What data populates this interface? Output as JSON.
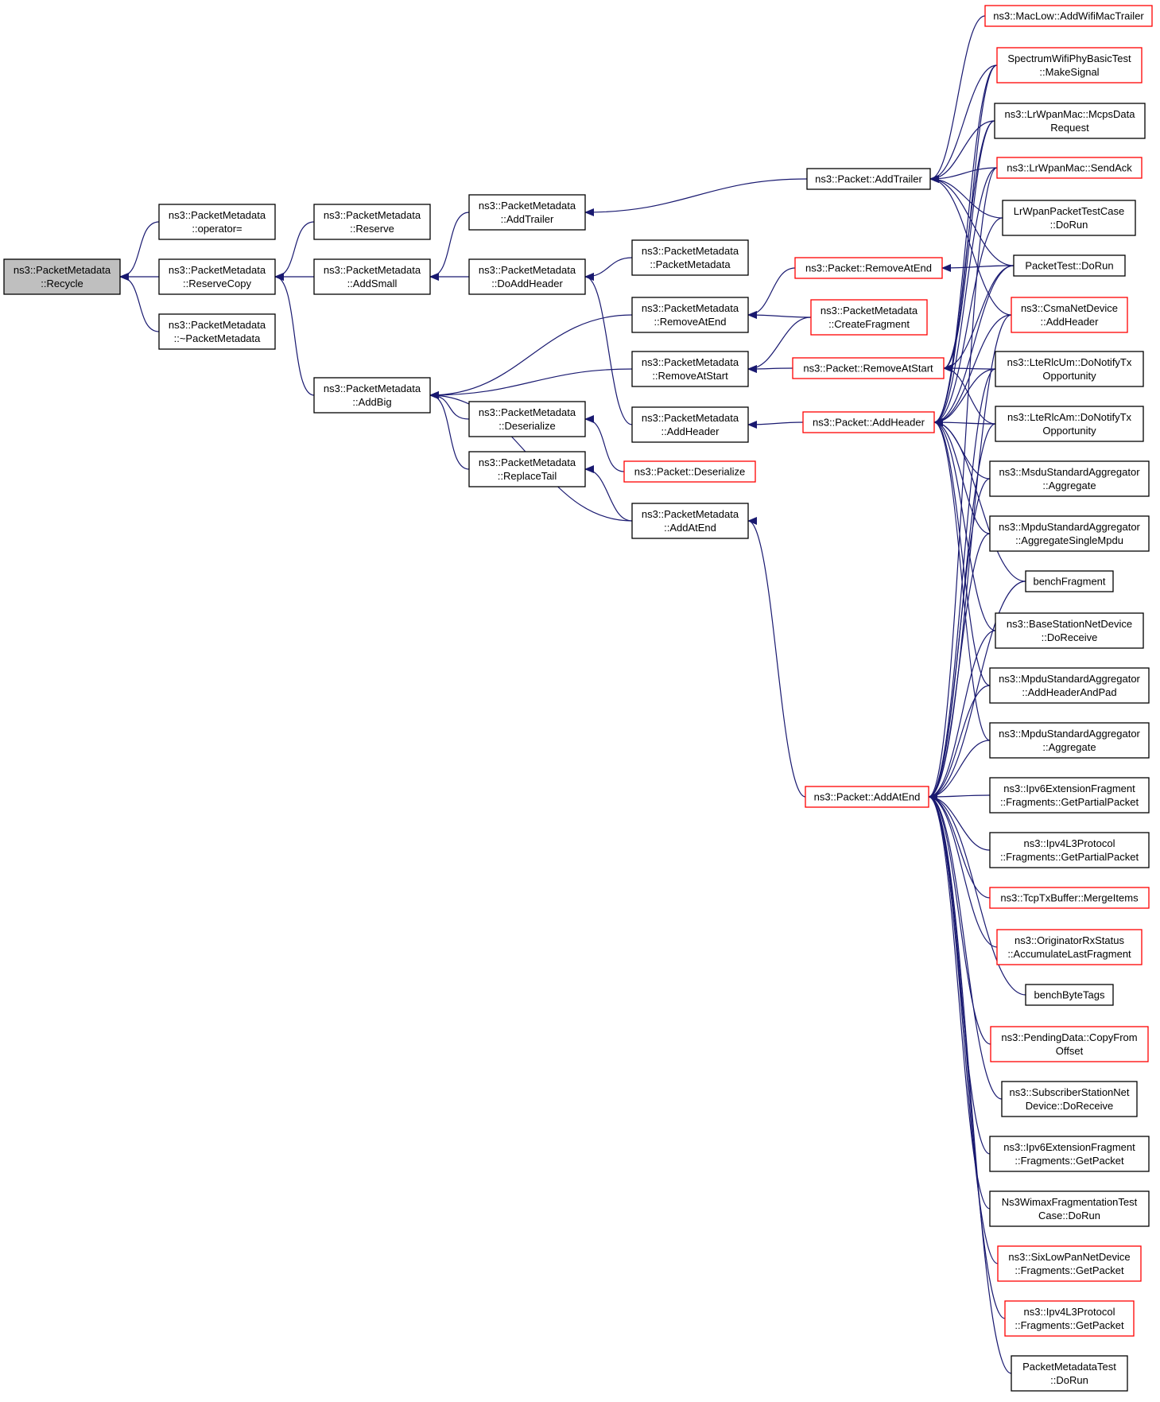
{
  "colors": {
    "edge": "#191970",
    "normal_border": "#000000",
    "truncated_border": "#ff0000",
    "current_fill": "#bfbfbf"
  },
  "nodes": [
    {
      "id": "recycle",
      "lines": [
        "ns3::PacketMetadata",
        "::Recycle"
      ],
      "style": "current"
    },
    {
      "id": "operator_eq",
      "lines": [
        "ns3::PacketMetadata",
        "::operator="
      ],
      "style": "normal"
    },
    {
      "id": "reserve_copy",
      "lines": [
        "ns3::PacketMetadata",
        "::ReserveCopy"
      ],
      "style": "normal"
    },
    {
      "id": "destructor",
      "lines": [
        "ns3::PacketMetadata",
        "::~PacketMetadata"
      ],
      "style": "normal"
    },
    {
      "id": "reserve",
      "lines": [
        "ns3::PacketMetadata",
        "::Reserve"
      ],
      "style": "normal"
    },
    {
      "id": "add_small",
      "lines": [
        "ns3::PacketMetadata",
        "::AddSmall"
      ],
      "style": "normal"
    },
    {
      "id": "add_big",
      "lines": [
        "ns3::PacketMetadata",
        "::AddBig"
      ],
      "style": "normal"
    },
    {
      "id": "pm_add_trailer",
      "lines": [
        "ns3::PacketMetadata",
        "::AddTrailer"
      ],
      "style": "normal"
    },
    {
      "id": "do_add_header",
      "lines": [
        "ns3::PacketMetadata",
        "::DoAddHeader"
      ],
      "style": "normal"
    },
    {
      "id": "pm_deserialize",
      "lines": [
        "ns3::PacketMetadata",
        "::Deserialize"
      ],
      "style": "normal"
    },
    {
      "id": "replace_tail",
      "lines": [
        "ns3::PacketMetadata",
        "::ReplaceTail"
      ],
      "style": "normal"
    },
    {
      "id": "pm_ctor",
      "lines": [
        "ns3::PacketMetadata",
        "::PacketMetadata"
      ],
      "style": "normal"
    },
    {
      "id": "pm_remove_at_end",
      "lines": [
        "ns3::PacketMetadata",
        "::RemoveAtEnd"
      ],
      "style": "normal"
    },
    {
      "id": "pm_remove_at_start",
      "lines": [
        "ns3::PacketMetadata",
        "::RemoveAtStart"
      ],
      "style": "normal"
    },
    {
      "id": "pm_add_header",
      "lines": [
        "ns3::PacketMetadata",
        "::AddHeader"
      ],
      "style": "normal"
    },
    {
      "id": "pm_add_at_end",
      "lines": [
        "ns3::PacketMetadata",
        "::AddAtEnd"
      ],
      "style": "normal"
    },
    {
      "id": "p_add_trailer",
      "lines": [
        "ns3::Packet::AddTrailer"
      ],
      "style": "normal"
    },
    {
      "id": "p_remove_at_end",
      "lines": [
        "ns3::Packet::RemoveAtEnd"
      ],
      "style": "truncated"
    },
    {
      "id": "create_fragment",
      "lines": [
        "ns3::PacketMetadata",
        "::CreateFragment"
      ],
      "style": "truncated"
    },
    {
      "id": "p_remove_at_start",
      "lines": [
        "ns3::Packet::RemoveAtStart"
      ],
      "style": "truncated"
    },
    {
      "id": "p_add_header",
      "lines": [
        "ns3::Packet::AddHeader"
      ],
      "style": "truncated"
    },
    {
      "id": "p_deserialize",
      "lines": [
        "ns3::Packet::Deserialize"
      ],
      "style": "truncated"
    },
    {
      "id": "p_add_at_end",
      "lines": [
        "ns3::Packet::AddAtEnd"
      ],
      "style": "truncated"
    },
    {
      "id": "maclow",
      "lines": [
        "ns3::MacLow::AddWifiMacTrailer"
      ],
      "style": "truncated"
    },
    {
      "id": "spectrum",
      "lines": [
        "SpectrumWifiPhyBasicTest",
        "::MakeSignal"
      ],
      "style": "truncated"
    },
    {
      "id": "lrwpan_mcps",
      "lines": [
        "ns3::LrWpanMac::McpsData",
        "Request"
      ],
      "style": "normal"
    },
    {
      "id": "lrwpan_sendack",
      "lines": [
        "ns3::LrWpanMac::SendAck"
      ],
      "style": "truncated"
    },
    {
      "id": "lrwpan_test",
      "lines": [
        "LrWpanPacketTestCase",
        "::DoRun"
      ],
      "style": "normal"
    },
    {
      "id": "packet_test",
      "lines": [
        "PacketTest::DoRun"
      ],
      "style": "normal"
    },
    {
      "id": "csma",
      "lines": [
        "ns3::CsmaNetDevice",
        "::AddHeader"
      ],
      "style": "truncated"
    },
    {
      "id": "lte_um",
      "lines": [
        "ns3::LteRlcUm::DoNotifyTx",
        "Opportunity"
      ],
      "style": "normal"
    },
    {
      "id": "lte_am",
      "lines": [
        "ns3::LteRlcAm::DoNotifyTx",
        "Opportunity"
      ],
      "style": "normal"
    },
    {
      "id": "msdu_agg",
      "lines": [
        "ns3::MsduStandardAggregator",
        "::Aggregate"
      ],
      "style": "normal"
    },
    {
      "id": "mpdu_single",
      "lines": [
        "ns3::MpduStandardAggregator",
        "::AggregateSingleMpdu"
      ],
      "style": "normal"
    },
    {
      "id": "bench_fragment",
      "lines": [
        "benchFragment"
      ],
      "style": "normal"
    },
    {
      "id": "bs_receive",
      "lines": [
        "ns3::BaseStationNetDevice",
        "::DoReceive"
      ],
      "style": "normal"
    },
    {
      "id": "mpdu_pad",
      "lines": [
        "ns3::MpduStandardAggregator",
        "::AddHeaderAndPad"
      ],
      "style": "normal"
    },
    {
      "id": "mpdu_agg",
      "lines": [
        "ns3::MpduStandardAggregator",
        "::Aggregate"
      ],
      "style": "normal"
    },
    {
      "id": "ipv6_partial",
      "lines": [
        "ns3::Ipv6ExtensionFragment",
        "::Fragments::GetPartialPacket"
      ],
      "style": "normal"
    },
    {
      "id": "ipv4_partial",
      "lines": [
        "ns3::Ipv4L3Protocol",
        "::Fragments::GetPartialPacket"
      ],
      "style": "normal"
    },
    {
      "id": "tcp_merge",
      "lines": [
        "ns3::TcpTxBuffer::MergeItems"
      ],
      "style": "truncated"
    },
    {
      "id": "originator",
      "lines": [
        "ns3::OriginatorRxStatus",
        "::AccumulateLastFragment"
      ],
      "style": "truncated"
    },
    {
      "id": "bench_bytetags",
      "lines": [
        "benchByteTags"
      ],
      "style": "normal"
    },
    {
      "id": "pending",
      "lines": [
        "ns3::PendingData::CopyFrom",
        "Offset"
      ],
      "style": "truncated"
    },
    {
      "id": "ss_receive",
      "lines": [
        "ns3::SubscriberStationNet",
        "Device::DoReceive"
      ],
      "style": "normal"
    },
    {
      "id": "ipv6_packet",
      "lines": [
        "ns3::Ipv6ExtensionFragment",
        "::Fragments::GetPacket"
      ],
      "style": "normal"
    },
    {
      "id": "wimax_frag",
      "lines": [
        "Ns3WimaxFragmentationTest",
        "Case::DoRun"
      ],
      "style": "normal"
    },
    {
      "id": "sixlowpan",
      "lines": [
        "ns3::SixLowPanNetDevice",
        "::Fragments::GetPacket"
      ],
      "style": "truncated"
    },
    {
      "id": "ipv4_packet",
      "lines": [
        "ns3::Ipv4L3Protocol",
        "::Fragments::GetPacket"
      ],
      "style": "truncated"
    },
    {
      "id": "pm_test",
      "lines": [
        "PacketMetadataTest",
        "::DoRun"
      ],
      "style": "normal"
    }
  ],
  "edges": [
    [
      "operator_eq",
      "recycle"
    ],
    [
      "reserve_copy",
      "recycle"
    ],
    [
      "destructor",
      "recycle"
    ],
    [
      "reserve",
      "reserve_copy"
    ],
    [
      "add_small",
      "reserve_copy"
    ],
    [
      "add_big",
      "reserve_copy"
    ],
    [
      "pm_add_trailer",
      "add_small"
    ],
    [
      "do_add_header",
      "add_small"
    ],
    [
      "pm_remove_at_end",
      "add_big"
    ],
    [
      "pm_remove_at_start",
      "add_big"
    ],
    [
      "pm_deserialize",
      "add_big"
    ],
    [
      "replace_tail",
      "add_big"
    ],
    [
      "pm_add_at_end",
      "add_big"
    ],
    [
      "pm_ctor",
      "do_add_header"
    ],
    [
      "pm_add_header",
      "do_add_header"
    ],
    [
      "p_deserialize",
      "pm_deserialize"
    ],
    [
      "pm_add_at_end",
      "replace_tail"
    ],
    [
      "p_remove_at_end",
      "pm_remove_at_end"
    ],
    [
      "create_fragment",
      "pm_remove_at_end"
    ],
    [
      "create_fragment",
      "pm_remove_at_start"
    ],
    [
      "p_remove_at_start",
      "pm_remove_at_start"
    ],
    [
      "p_add_header",
      "pm_add_header"
    ],
    [
      "p_add_at_end",
      "pm_add_at_end"
    ],
    [
      "p_add_trailer",
      "pm_add_trailer"
    ],
    [
      "maclow",
      "p_add_trailer"
    ],
    [
      "spectrum",
      "p_add_trailer"
    ],
    [
      "lrwpan_mcps",
      "p_add_trailer"
    ],
    [
      "lrwpan_sendack",
      "p_add_trailer"
    ],
    [
      "lrwpan_test",
      "p_add_trailer"
    ],
    [
      "packet_test",
      "p_add_trailer"
    ],
    [
      "csma",
      "p_add_trailer"
    ],
    [
      "packet_test",
      "p_remove_at_end"
    ],
    [
      "packet_test",
      "p_remove_at_start"
    ],
    [
      "lte_um",
      "p_remove_at_start"
    ],
    [
      "lte_am",
      "p_remove_at_start"
    ],
    [
      "spectrum",
      "p_remove_at_start"
    ],
    [
      "lrwpan_mcps",
      "p_remove_at_start"
    ],
    [
      "spectrum",
      "p_add_header"
    ],
    [
      "lrwpan_mcps",
      "p_add_header"
    ],
    [
      "lrwpan_sendack",
      "p_add_header"
    ],
    [
      "lrwpan_test",
      "p_add_header"
    ],
    [
      "packet_test",
      "p_add_header"
    ],
    [
      "csma",
      "p_add_header"
    ],
    [
      "lte_um",
      "p_add_header"
    ],
    [
      "lte_am",
      "p_add_header"
    ],
    [
      "msdu_agg",
      "p_add_header"
    ],
    [
      "mpdu_single",
      "p_add_header"
    ],
    [
      "bench_fragment",
      "p_add_header"
    ],
    [
      "bs_receive",
      "p_add_header"
    ],
    [
      "mpdu_pad",
      "p_add_header"
    ],
    [
      "mpdu_agg",
      "p_add_header"
    ],
    [
      "lrwpan_sendack",
      "p_add_at_end"
    ],
    [
      "csma",
      "p_add_at_end"
    ],
    [
      "lte_um",
      "p_add_at_end"
    ],
    [
      "lte_am",
      "p_add_at_end"
    ],
    [
      "msdu_agg",
      "p_add_at_end"
    ],
    [
      "mpdu_single",
      "p_add_at_end"
    ],
    [
      "bench_fragment",
      "p_add_at_end"
    ],
    [
      "bs_receive",
      "p_add_at_end"
    ],
    [
      "mpdu_pad",
      "p_add_at_end"
    ],
    [
      "mpdu_agg",
      "p_add_at_end"
    ],
    [
      "ipv6_partial",
      "p_add_at_end"
    ],
    [
      "ipv4_partial",
      "p_add_at_end"
    ],
    [
      "tcp_merge",
      "p_add_at_end"
    ],
    [
      "originator",
      "p_add_at_end"
    ],
    [
      "bench_bytetags",
      "p_add_at_end"
    ],
    [
      "pending",
      "p_add_at_end"
    ],
    [
      "ss_receive",
      "p_add_at_end"
    ],
    [
      "ipv6_packet",
      "p_add_at_end"
    ],
    [
      "wimax_frag",
      "p_add_at_end"
    ],
    [
      "sixlowpan",
      "p_add_at_end"
    ],
    [
      "ipv4_packet",
      "p_add_at_end"
    ],
    [
      "pm_test",
      "p_add_at_end"
    ]
  ]
}
